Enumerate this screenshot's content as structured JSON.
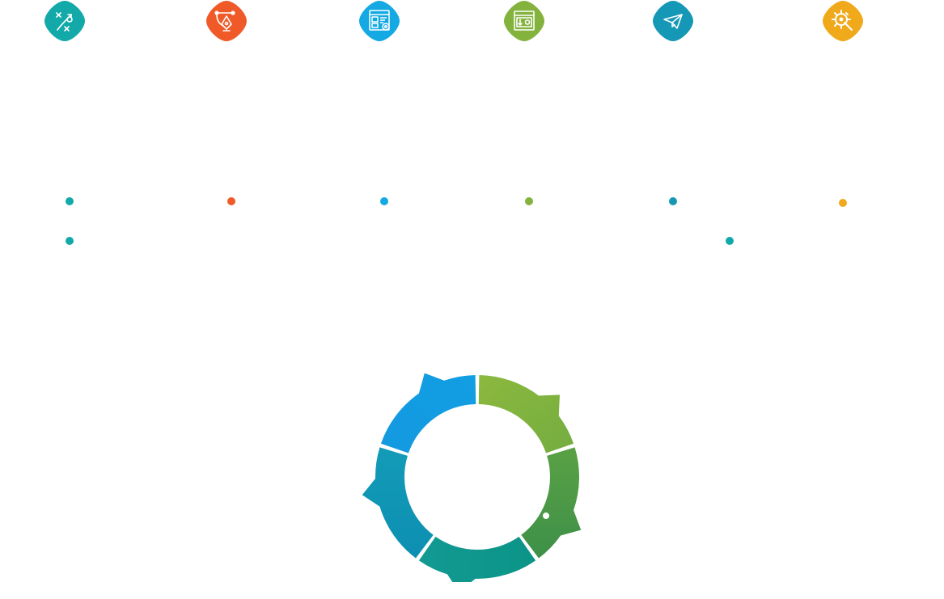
{
  "steps": [
    {
      "icon": "strategy-icon",
      "color": "#13a9a9"
    },
    {
      "icon": "pen-tool-icon",
      "color": "#ef5a28"
    },
    {
      "icon": "web-layout-icon",
      "color": "#14a9e2"
    },
    {
      "icon": "browser-settings-icon",
      "color": "#83b23d"
    },
    {
      "icon": "paper-plane-icon",
      "color": "#1597b6"
    },
    {
      "icon": "gear-wrench-icon",
      "color": "#efa91b"
    }
  ],
  "cycle": {
    "segments": [
      {
        "name": "segment-top-right",
        "colors": [
          "#8cb83e",
          "#74ad40"
        ]
      },
      {
        "name": "segment-right",
        "colors": [
          "#5aa144",
          "#3d9049"
        ]
      },
      {
        "name": "segment-bottom",
        "colors": [
          "#129a93",
          "#0b9487"
        ]
      },
      {
        "name": "segment-left",
        "colors": [
          "#139bb7",
          "#0d8fb2"
        ]
      },
      {
        "name": "segment-top-left",
        "colors": [
          "#1399df",
          "#129ee3"
        ]
      }
    ]
  }
}
